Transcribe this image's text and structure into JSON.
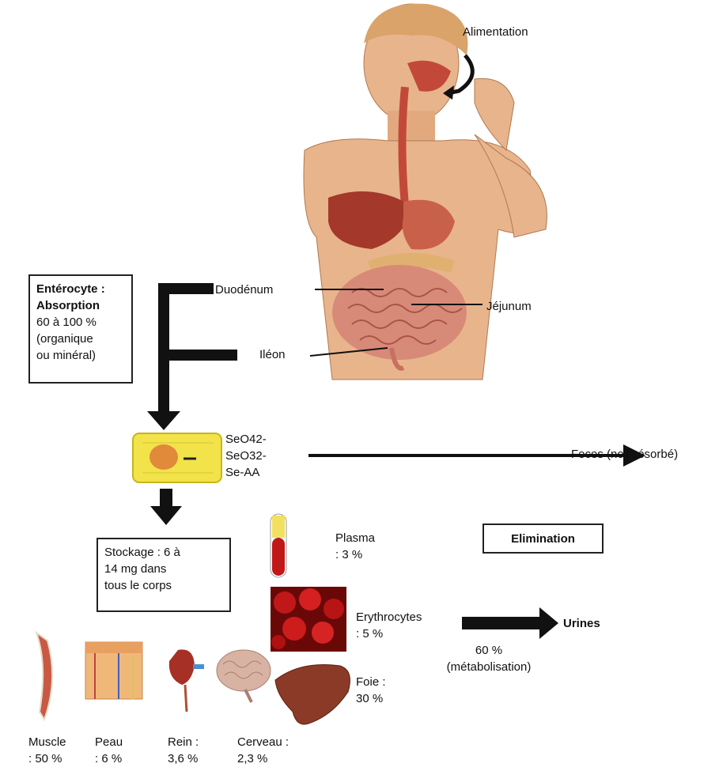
{
  "labels": {
    "alimentation": "Alimentation",
    "duodenum": "Duodénum",
    "jejunum": "Jéjunum",
    "ileon": "Iléon",
    "species": [
      "SeO42-",
      "SeO32-",
      "Se-AA"
    ],
    "feces": "Feces (non résorbé)",
    "elimination": "Elimination",
    "urines": "Urines",
    "metabolisation": [
      "60 %",
      "(métabolisation)"
    ]
  },
  "enterocyte_box": {
    "title": "Entérocyte :",
    "subtitle": "Absorption",
    "lines": [
      "60 à 100 %",
      "(organique",
      "ou minéral)"
    ]
  },
  "storage_box": {
    "lines": [
      "Stockage : 6 à",
      "14 mg dans",
      "tous le corps"
    ]
  },
  "compartments": [
    {
      "name": "Plasma",
      "value": ": 3 %"
    },
    {
      "name": "Erythrocytes",
      "value": ": 5 %"
    },
    {
      "name": "Foie :",
      "value": "30 %"
    }
  ],
  "tissues": [
    {
      "name": "Muscle",
      "value": ": 50 %"
    },
    {
      "name": "Peau",
      "value": ": 6 %"
    },
    {
      "name": "Rein :",
      "value": "3,6 %"
    },
    {
      "name": "Cerveau :",
      "value": "2,3 %"
    }
  ],
  "colors": {
    "skin": "#e8b48c",
    "organ_red": "#b8432e",
    "cell_yellow": "#f2e34a",
    "blood_red": "#c01818",
    "liver_brown": "#8a3a26"
  }
}
